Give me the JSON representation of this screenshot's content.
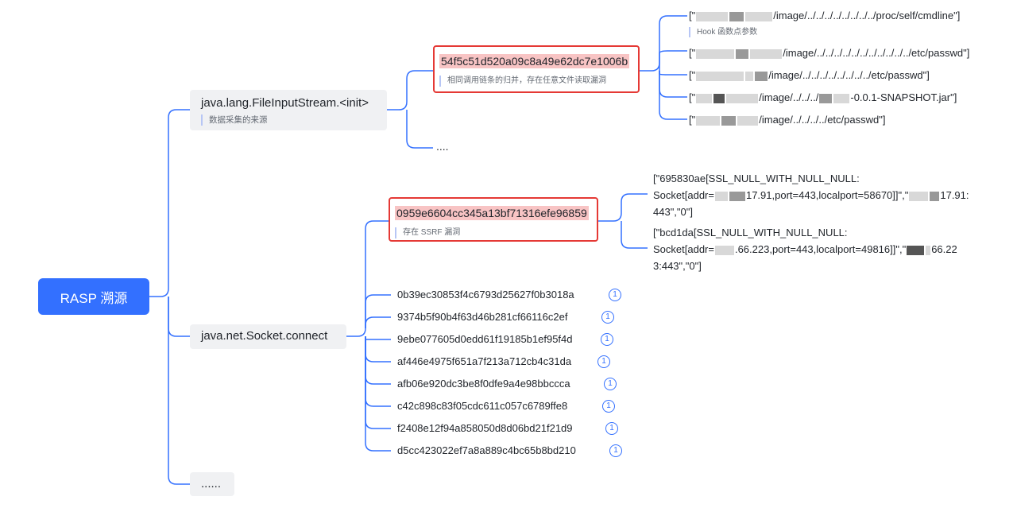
{
  "root": {
    "label": "RASP 溯源"
  },
  "fis": {
    "title": "java.lang.FileInputStream.<init>",
    "note": "数据采集的来源"
  },
  "fis_hash": {
    "title": "54f5c51d520a09c8a49e62dc7e1006b",
    "note": "相同调用链条的归并，存在任意文件读取漏洞"
  },
  "fis_more": "....",
  "fis_args": {
    "note": "Hook 函数点参数",
    "items": [
      {
        "prefix": "[\"",
        "suffix": "/image/../../../../../../../../proc/self/cmdline\"]"
      },
      {
        "prefix": "[\"",
        "suffix": "/image/../../../../../../../../../../../etc/passwd\"]"
      },
      {
        "prefix": "[\"",
        "suffix": "/image/../../../../../../../../etc/passwd\"]"
      },
      {
        "prefix": "[\"",
        "mid": "/image/../../../",
        "suffix": "-0.0.1-SNAPSHOT.jar\"]"
      },
      {
        "prefix": "[\"",
        "suffix": "/image/../../../../etc/passwd\"]"
      }
    ]
  },
  "sock": {
    "title": "java.net.Socket.connect"
  },
  "sock_hash": {
    "title": "0959e6604cc345a13bf71316efe96859",
    "note": "存在 SSRF 漏洞"
  },
  "ssrf_args": [
    {
      "l1": "[\"695830ae[SSL_NULL_WITH_NULL_NULL:",
      "l2a": "Socket[addr=",
      "l2b": "17.91,port=443,localport=58670]]\",\"",
      "l2c": "17.91:",
      "l3": "443\",\"0\"]"
    },
    {
      "l1": "[\"bcd1da[SSL_NULL_WITH_NULL_NULL:",
      "l2a": "Socket[addr=",
      "l2b": ".66.223,port=443,localport=49816]]\",\"",
      "l2c": "66.22",
      "l3": "3:443\",\"0\"]"
    }
  ],
  "sock_hashes": [
    {
      "hash": "0b39ec30853f4c6793d25627f0b3018a",
      "count": "1"
    },
    {
      "hash": "9374b5f90b4f63d46b281cf66116c2ef",
      "count": "1"
    },
    {
      "hash": "9ebe077605d0edd61f19185b1ef95f4d",
      "count": "1"
    },
    {
      "hash": "af446e4975f651a7f213a712cb4c31da",
      "count": "1"
    },
    {
      "hash": "afb06e920dc3be8f0dfe9a4e98bbccca",
      "count": "1"
    },
    {
      "hash": "c42c898c83f05cdc611c057c6789ffe8",
      "count": "1"
    },
    {
      "hash": "f2408e12f94a858050d8d06bd21f21d9",
      "count": "1"
    },
    {
      "hash": "d5cc423022ef7a8a889c4bc65b8bd210",
      "count": "1"
    }
  ],
  "root_more": "......",
  "colors": {
    "accent": "#3370ff",
    "highlight_border": "#e53935",
    "highlight_bg": "#f8c4c4",
    "node_bg": "#f0f1f3"
  }
}
